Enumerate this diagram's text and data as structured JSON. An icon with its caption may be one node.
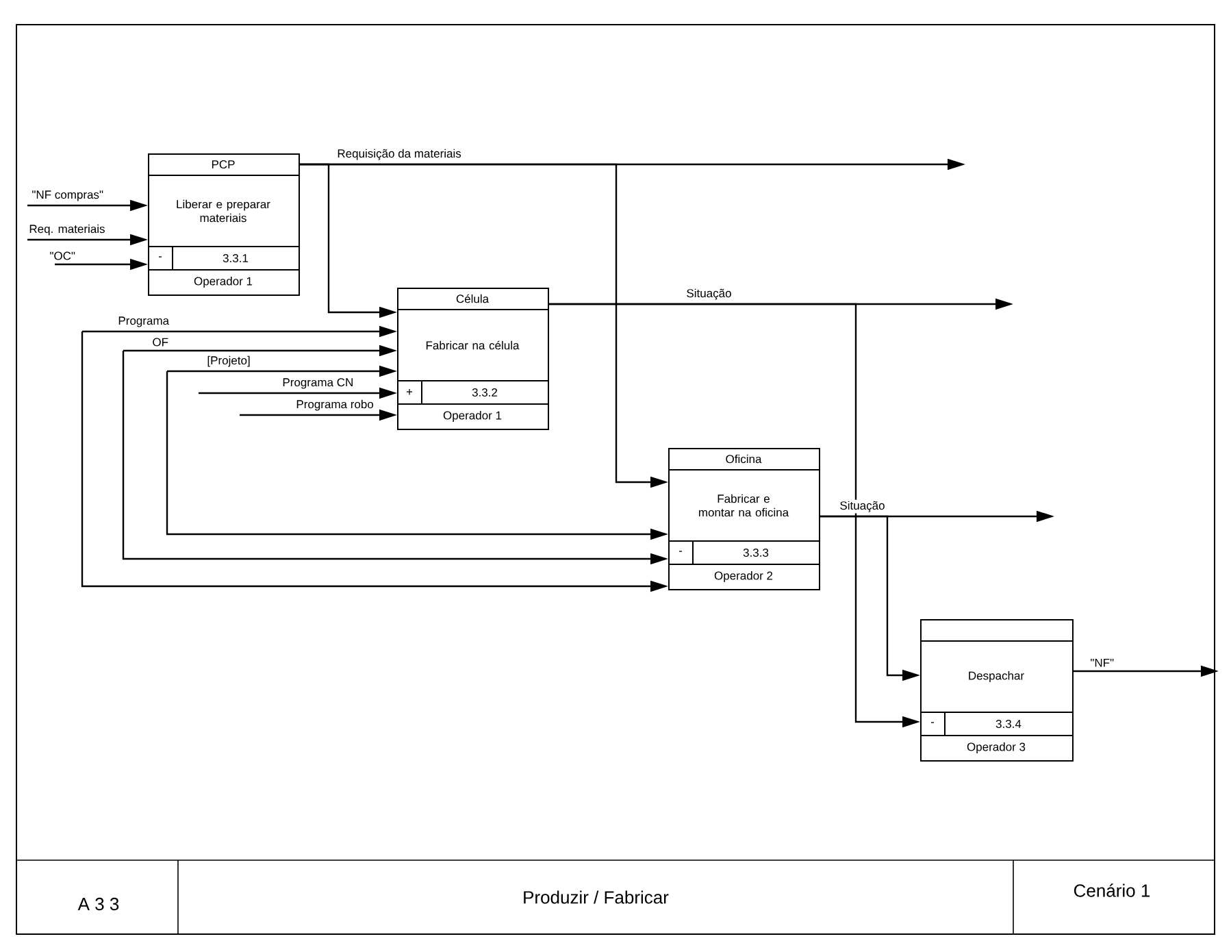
{
  "diagram": {
    "title": "Produzir / Fabricar",
    "nodes": [
      {
        "text": [
          "PCP",
          "Liberar e preparar materiais",
          "-",
          "3.3.1",
          "Operador 1"
        ]
      },
      {
        "text": [
          "Célula",
          "Fabricar na célula",
          "+",
          "3.3.2",
          "Operador 1"
        ]
      },
      {
        "text": [
          "Oficina",
          "Fabricar e montar na oficina",
          "-",
          "3.3.3",
          "Operador 2"
        ]
      },
      {
        "text": [
          "Despachar",
          "-",
          "3.3.4",
          "Operador 3"
        ]
      }
    ],
    "edges": [
      {
        "from": null,
        "to": 0,
        "arrow": "to",
        "label": "\"NF compras\""
      },
      {
        "from": null,
        "to": 0,
        "arrow": "to",
        "label": "Req. materiais"
      },
      {
        "from": null,
        "to": 0,
        "arrow": "to",
        "label": "\"OC\""
      },
      {
        "from": 0,
        "to": null,
        "arrow": "to",
        "label": "Requisição da materiais"
      },
      {
        "from": 0,
        "to": 1,
        "arrow": "to"
      },
      {
        "from": 0,
        "to": 2,
        "arrow": "to"
      },
      {
        "from": 1,
        "to": null,
        "arrow": "to",
        "label": "Situação"
      },
      {
        "from": 1,
        "to": 3,
        "arrow": "to"
      },
      {
        "from": 2,
        "to": null,
        "arrow": "to",
        "label": "Situação"
      },
      {
        "from": 2,
        "to": 3,
        "arrow": "to"
      },
      {
        "from": 3,
        "to": null,
        "arrow": "to",
        "label": "\"NF\""
      },
      {
        "from": null,
        "to": 1,
        "arrow": "to",
        "label": "Programa"
      },
      {
        "from": null,
        "to": 2,
        "arrow": "to"
      },
      {
        "from": null,
        "to": 1,
        "arrow": "to",
        "label": "OF"
      },
      {
        "from": null,
        "to": 2,
        "arrow": "to"
      },
      {
        "from": null,
        "to": 1,
        "arrow": "to",
        "label": "[Projeto]"
      },
      {
        "from": null,
        "to": 2,
        "arrow": "to"
      },
      {
        "from": null,
        "to": 1,
        "arrow": "to",
        "label": "Programa CN"
      },
      {
        "from": null,
        "to": 1,
        "arrow": "to",
        "label": "Programa robo"
      }
    ],
    "labels": [
      "Cenário 1",
      "A 3 3"
    ]
  }
}
